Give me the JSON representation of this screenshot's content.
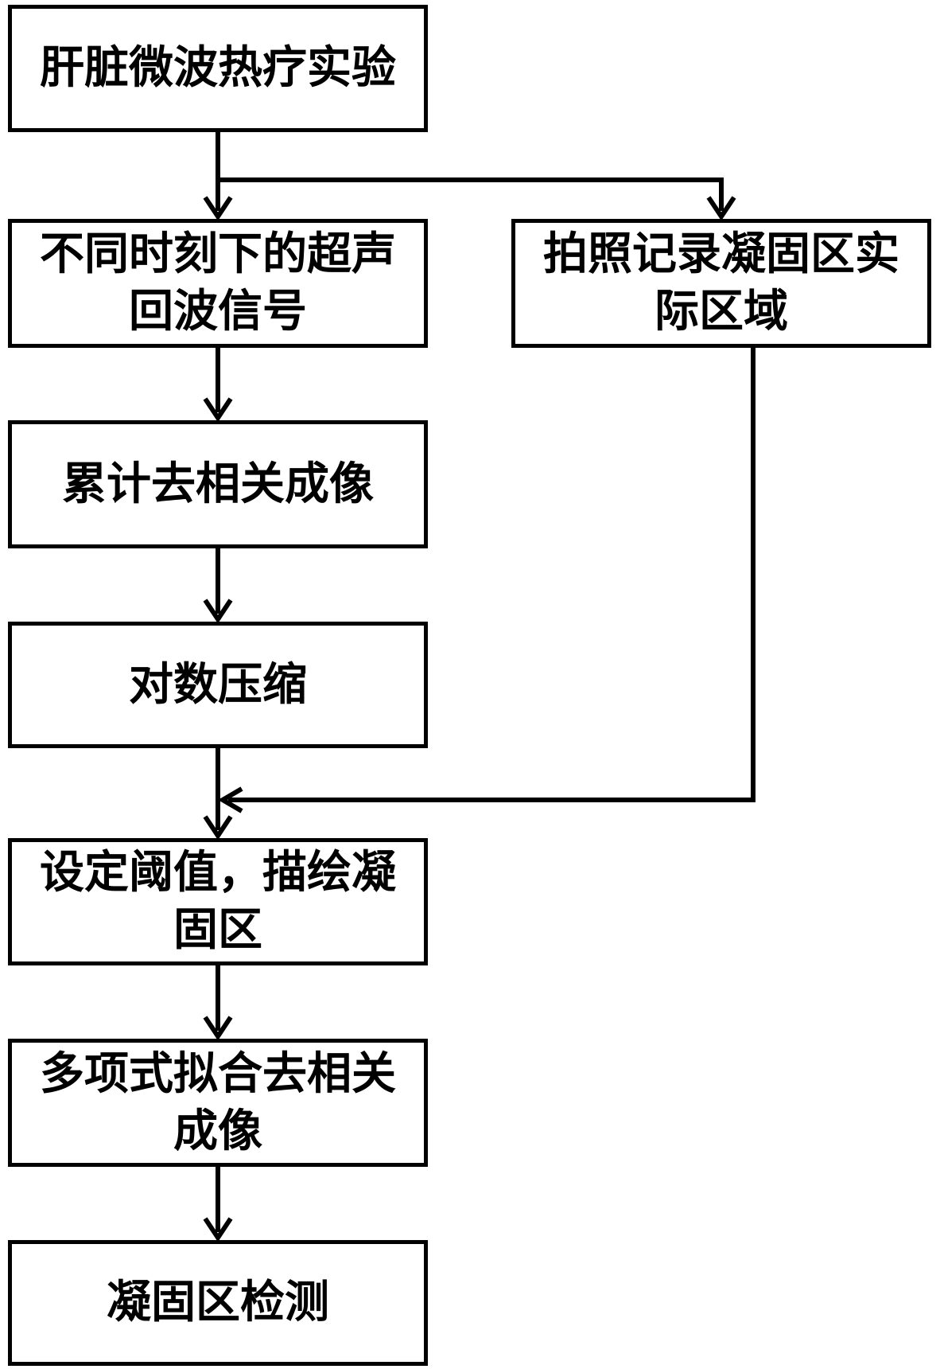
{
  "diagram": {
    "type": "flowchart",
    "nodes": [
      {
        "id": "n1",
        "label": "肝脏微波热疗实验"
      },
      {
        "id": "n2",
        "label": "不同时刻下的超声回波信号"
      },
      {
        "id": "n3",
        "label": "拍照记录凝固区实际区域"
      },
      {
        "id": "n4",
        "label": "累计去相关成像"
      },
      {
        "id": "n5",
        "label": "对数压缩"
      },
      {
        "id": "n6",
        "label": "设定阈值，描绘凝固区"
      },
      {
        "id": "n7",
        "label": "多项式拟合去相关成像"
      },
      {
        "id": "n8",
        "label": "凝固区检测"
      }
    ],
    "edges": [
      {
        "from": "n1",
        "to": "n2"
      },
      {
        "from": "n1",
        "to": "n3"
      },
      {
        "from": "n2",
        "to": "n4"
      },
      {
        "from": "n4",
        "to": "n5"
      },
      {
        "from": "n5",
        "to": "n6"
      },
      {
        "from": "n3",
        "to": "n6"
      },
      {
        "from": "n6",
        "to": "n7"
      },
      {
        "from": "n7",
        "to": "n8"
      }
    ]
  }
}
